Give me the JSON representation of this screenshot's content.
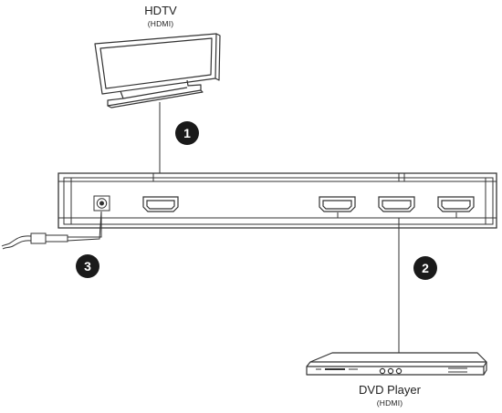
{
  "hdtv": {
    "title": "HDTV",
    "subtitle": "(HDMI)"
  },
  "dvd": {
    "title": "DVD Player",
    "subtitle": "(HDMI)"
  },
  "steps": [
    "1",
    "2",
    "3"
  ],
  "colors": {
    "line": "#333333",
    "badge": "#1a1a1a",
    "badge_text": "#ffffff",
    "background": "#ffffff"
  }
}
